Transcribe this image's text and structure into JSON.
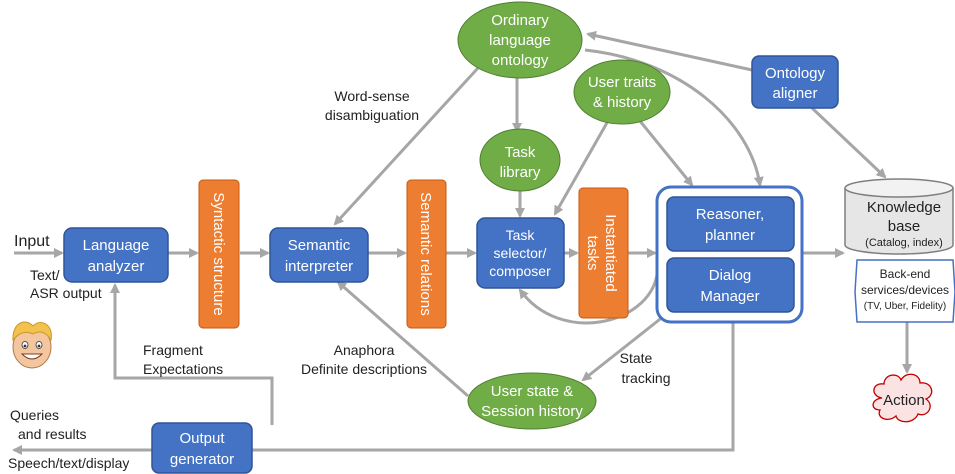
{
  "colors": {
    "blue_box": "#4472c4",
    "blue_border": "#2f5597",
    "orange_box": "#ed7d31",
    "green_ellipse": "#70ad47",
    "arrow": "#a6a6a6",
    "kb_fill": "#e7e6e6",
    "action_fill": "#fbe3e3"
  },
  "icons": {
    "face": "smiling-face-icon"
  },
  "labels": {
    "input": "Input",
    "text_asr_1": "Text/",
    "text_asr_2": "ASR output",
    "word_sense_1": "Word-sense",
    "word_sense_2": "disambiguation",
    "fragment_1": "Fragment",
    "fragment_2": "Expectations",
    "anaphora_1": "Anaphora",
    "anaphora_2": "Definite descriptions",
    "state_1": "State",
    "state_2": "tracking",
    "queries_1": "Queries",
    "queries_2": "and results",
    "speech": "Speech/text/display"
  },
  "nodes": {
    "language_analyzer": [
      "Language",
      "analyzer"
    ],
    "syntactic_structure": "Syntactic structure",
    "semantic_interpreter": [
      "Semantic",
      "interpreter"
    ],
    "semantic_relations": "Semantic relations",
    "task_selector": [
      "Task",
      "selector/",
      "composer"
    ],
    "instantiated_tasks": [
      "Instantiated",
      "tasks"
    ],
    "reasoner": [
      "Reasoner,",
      "planner"
    ],
    "dialog_manager": [
      "Dialog",
      "Manager"
    ],
    "ordinary_ontology": [
      "Ordinary",
      "language",
      "ontology"
    ],
    "user_traits": [
      "User traits",
      "& history"
    ],
    "task_library": [
      "Task",
      "library"
    ],
    "ontology_aligner": [
      "Ontology",
      "aligner"
    ],
    "knowledge_base": [
      "Knowledge",
      "base",
      "(Catalog, index)"
    ],
    "backend": [
      "Back-end",
      "services/devices",
      "(TV, Uber, Fidelity)"
    ],
    "action": "Action",
    "user_state": [
      "User state &",
      "Session history"
    ],
    "output_generator": [
      "Output",
      "generator"
    ]
  }
}
